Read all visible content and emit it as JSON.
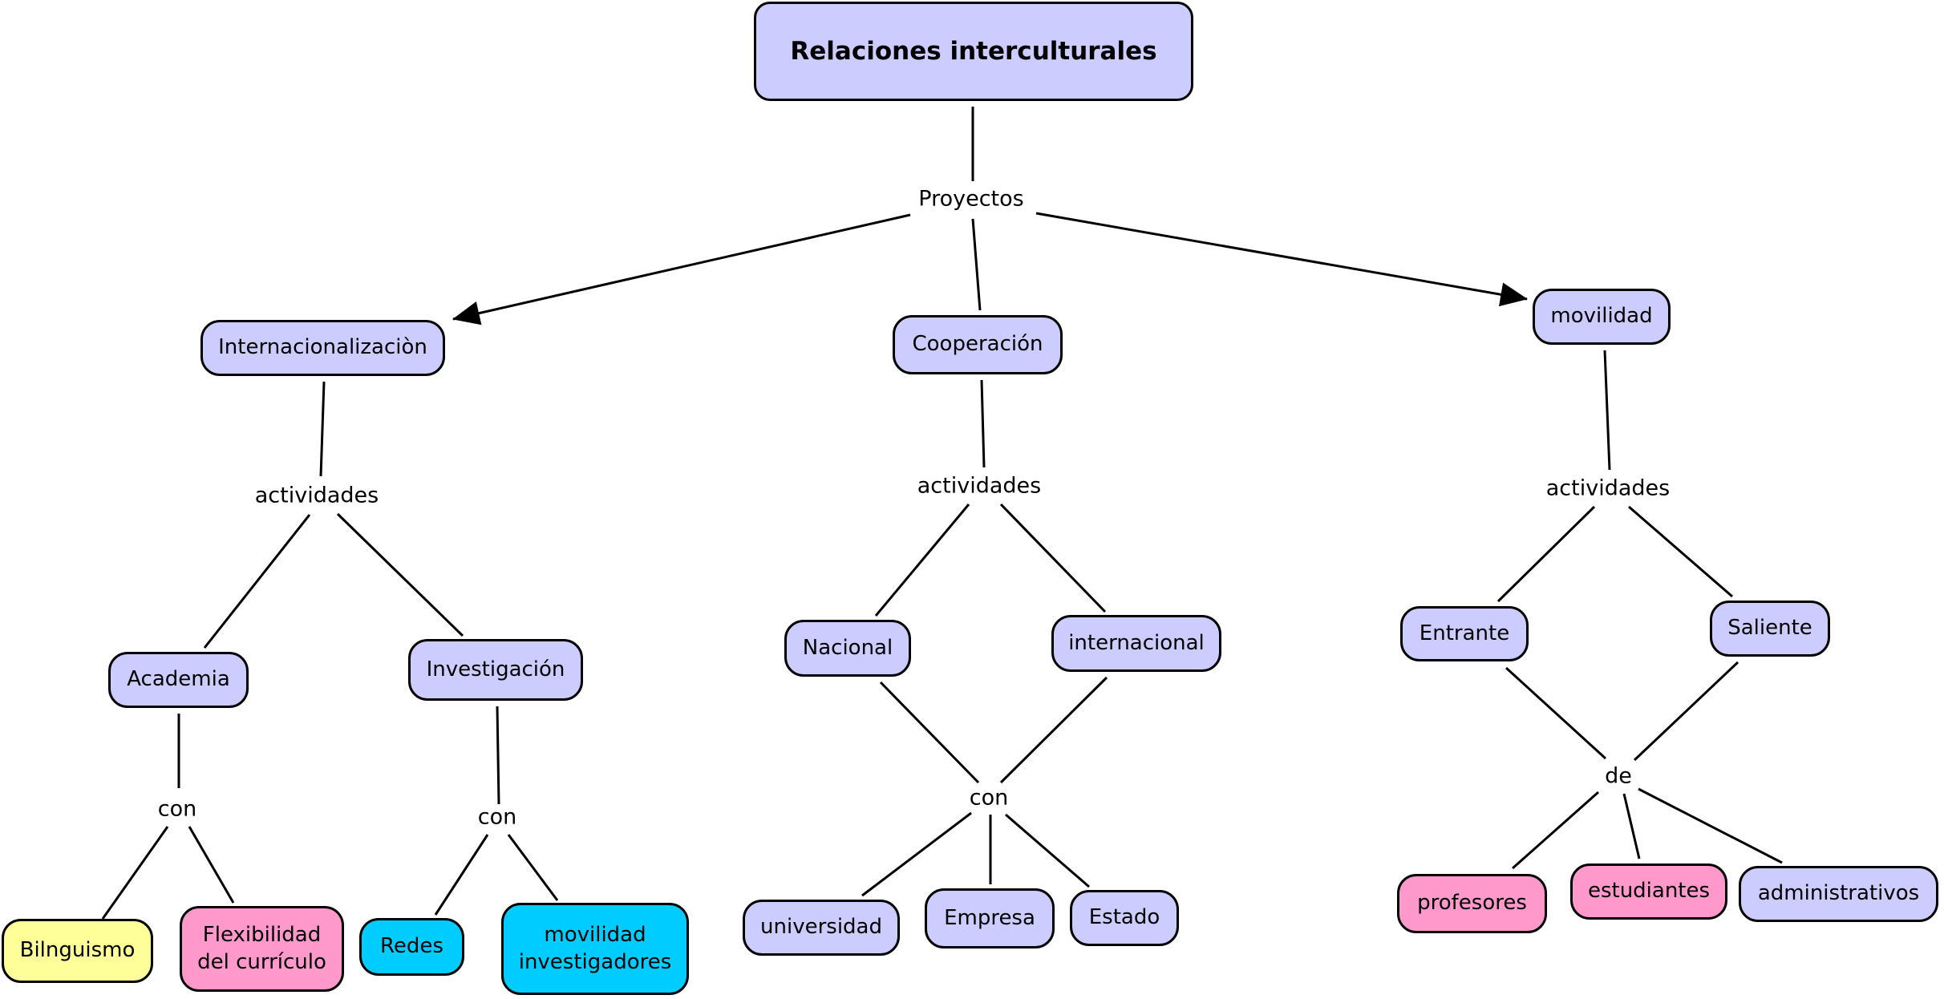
{
  "colors": {
    "lavender": "#ccccff",
    "pink": "#ff99cc",
    "yellow": "#ffff99",
    "cyan": "#00ccff",
    "line": "#000000"
  },
  "nodes": {
    "root": {
      "label": "Relaciones interculturales",
      "fill": "#ccccff"
    },
    "internacionalizacion": {
      "label": "Internacionalizaciòn",
      "fill": "#ccccff"
    },
    "cooperacion": {
      "label": "Cooperación",
      "fill": "#ccccff"
    },
    "movilidad": {
      "label": "movilidad",
      "fill": "#ccccff"
    },
    "academia": {
      "label": "Academia",
      "fill": "#ccccff"
    },
    "investigacion": {
      "label": "Investigación",
      "fill": "#ccccff"
    },
    "nacional": {
      "label": "Nacional",
      "fill": "#ccccff"
    },
    "internacional": {
      "label": "internacional",
      "fill": "#ccccff"
    },
    "entrante": {
      "label": "Entrante",
      "fill": "#ccccff"
    },
    "saliente": {
      "label": "Saliente",
      "fill": "#ccccff"
    },
    "bilinguismo": {
      "label": "Bilnguismo",
      "fill": "#ffff99"
    },
    "flexibilidad": {
      "label": "Flexibilidad\ndel currículo",
      "fill": "#ff99cc"
    },
    "redes": {
      "label": "Redes",
      "fill": "#00ccff"
    },
    "movilidad_investigadores": {
      "label": "movilidad\ninvestigadores",
      "fill": "#00ccff"
    },
    "universidad": {
      "label": "universidad",
      "fill": "#ccccff"
    },
    "empresa": {
      "label": "Empresa",
      "fill": "#ccccff"
    },
    "estado": {
      "label": "Estado",
      "fill": "#ccccff"
    },
    "profesores": {
      "label": "profesores",
      "fill": "#ff99cc"
    },
    "estudiantes": {
      "label": "estudiantes",
      "fill": "#ff99cc"
    },
    "administrativos": {
      "label": "administrativos",
      "fill": "#ccccff"
    }
  },
  "link_labels": {
    "proyectos": "Proyectos",
    "actividades_internacionalizacion": "actividades",
    "actividades_cooperacion": "actividades",
    "actividades_movilidad": "actividades",
    "con_academia": "con",
    "con_investigacion": "con",
    "con_cooperacion": "con",
    "de_movilidad": "de"
  }
}
